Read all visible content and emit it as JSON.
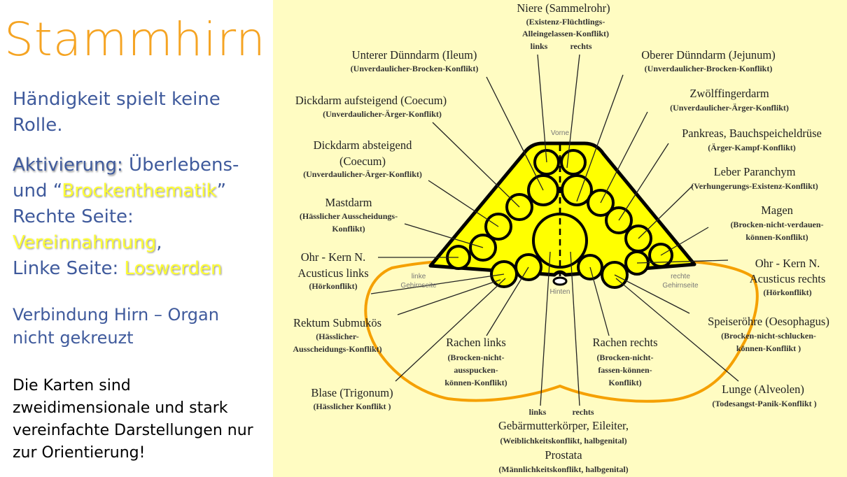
{
  "slide": {
    "title": "Stammhirn",
    "handedness": "Händigkeit spielt keine Rolle.",
    "activation_label": "Aktivierung:",
    "activation_text_1": "Überlebens-",
    "activation_text_2": "und “",
    "activation_highlight": "Brockenthematik",
    "activation_text_3": "”",
    "right_side_label": "Rechte Seite:",
    "right_side_value": "Vereinnahmung",
    "comma": ",",
    "left_side_label": "Linke Seite:",
    "left_side_value": "Loswerden",
    "connection": "Verbindung Hirn – Organ nicht gekreuzt",
    "disclaimer": "Die Karten sind zweidimensionale und stark vereinfachte Darstellungen nur zur Orientierung!"
  },
  "colors": {
    "title": "#f5a423",
    "text": "#3f5a9c",
    "highlight": "#ffff33",
    "background": "#fffcc2",
    "relay": "#ffff00",
    "outline": "#f5a000"
  },
  "diagram": {
    "vorne": "Vorne",
    "hinten": "Hinten",
    "left_side": [
      "linke",
      "Gehirnseite"
    ],
    "right_side": [
      "rechte",
      "Gehirnseite"
    ],
    "labels": {
      "niere": {
        "name": "Niere (Sammelrohr)",
        "sub": [
          "(Existenz-Flüchtlings-",
          "Alleingelassen-Konflikt)"
        ],
        "left": "links",
        "right": "rechts"
      },
      "ileum": {
        "name": "Unterer Dünndarm (Ileum)",
        "sub": [
          "(Unverdaulicher-Brocken-Konflikt)"
        ]
      },
      "coecum_auf": {
        "name": "Dickdarm aufsteigend (Coecum)",
        "sub": [
          "(Unverdaulicher-Ärger-Konflikt)"
        ]
      },
      "coecum_ab": {
        "name": [
          "Dickdarm absteigend",
          "(Coecum)"
        ],
        "sub": [
          "(Unverdaulicher-Ärger-Konflikt)"
        ]
      },
      "mastdarm": {
        "name": "Mastdarm",
        "sub": [
          "(Hässlicher Ausscheidungs-",
          "Konflikt)"
        ]
      },
      "ohr_links": {
        "name": [
          "Ohr - Kern N.",
          "Acusticus links"
        ],
        "sub": [
          "(Hörkonflikt)"
        ]
      },
      "rektum": {
        "name": "Rektum Submukös",
        "sub": [
          "(Hässlicher-",
          "Ausscheidungs-Konflikt)"
        ]
      },
      "blase": {
        "name": "Blase (Trigonum)",
        "sub": [
          "(Hässlicher Konflikt )"
        ]
      },
      "rachen_links": {
        "name": "Rachen links",
        "sub": [
          "(Brocken-nicht-",
          "ausspucken-",
          "können-Konflikt)"
        ]
      },
      "rachen_rechts": {
        "name": "Rachen rechts",
        "sub": [
          "(Brocken-nicht-",
          "fassen-können-",
          "Konflikt)"
        ]
      },
      "gebaermutter": {
        "left": "links",
        "right": "rechts",
        "name": "Gebärmutterkörper, Eileiter,",
        "sub": "(Weiblichkeitskonflikt, halbgenital)",
        "name2": "Prostata",
        "sub2": "(Männlichkeitskonflikt, halbgenital)"
      },
      "lunge": {
        "name": "Lunge (Alveolen)",
        "sub": [
          "(Todesangst-Panik-Konflikt )"
        ]
      },
      "speiseroehre": {
        "name": "Speiseröhre (Oesophagus)",
        "sub": [
          "(Brocken-nicht-schlucken-",
          "können-Konflikt )"
        ]
      },
      "ohr_rechts": {
        "name": [
          "Ohr - Kern N.",
          "Acusticus rechts"
        ],
        "sub": [
          "(Hörkonflikt)"
        ]
      },
      "magen": {
        "name": "Magen",
        "sub": [
          "(Brocken-nicht-verdauen-",
          "können-Konflikt)"
        ]
      },
      "leber": {
        "name": "Leber Paranchym",
        "sub": [
          "(Verhungerungs-Existenz-Konflikt)"
        ]
      },
      "pankreas": {
        "name": "Pankreas, Bauchspeicheldrüse",
        "sub": [
          "(Ärger-Kampf-Konflikt)"
        ]
      },
      "duodenum": {
        "name": "Zwölffingerdarm",
        "sub": [
          "(Unverdaulicher-Ärger-Konflikt)"
        ]
      },
      "jejunum": {
        "name": "Oberer Dünndarm (Jejunum)",
        "sub": [
          "(Unverdaulicher-Brocken-Konflikt)"
        ]
      }
    }
  }
}
